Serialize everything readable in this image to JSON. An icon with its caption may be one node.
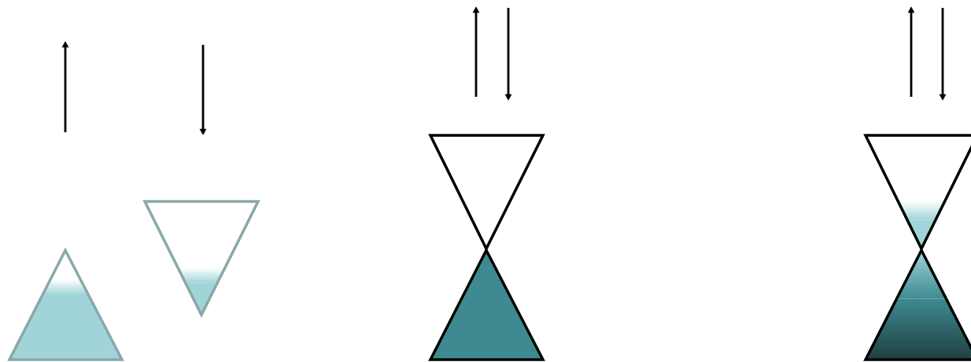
{
  "diagram": {
    "nodes": [
      {
        "text": [],
        "shape": "triangle"
      },
      {
        "text": [],
        "shape": "triangle"
      },
      {
        "text": [],
        "shape": "triangle"
      },
      {
        "text": [],
        "shape": "triangle"
      },
      {
        "text": [],
        "shape": "triangle"
      },
      {
        "text": [],
        "shape": "triangle"
      }
    ]
  }
}
